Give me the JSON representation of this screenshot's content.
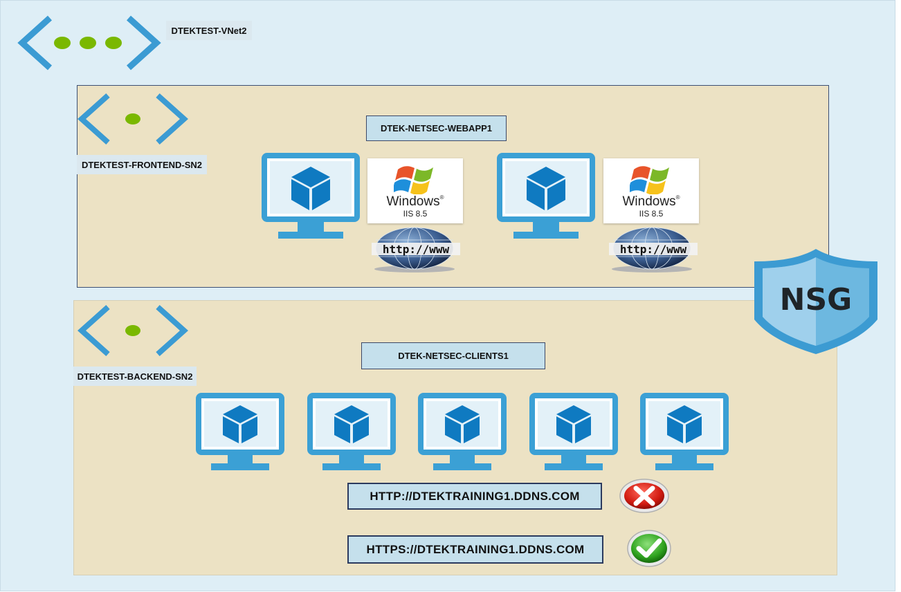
{
  "vnet": {
    "label": "DTEKTEST-VNet2"
  },
  "frontend": {
    "subnet_label": "DTEKTEST-FRONTEND-SN2",
    "group_label": "DTEK-NETSEC-WEBAPP1",
    "servers": [
      {
        "os_brand": "Windows",
        "os_mark": "®",
        "server": "IIS 8.5",
        "globe_text": "http://www"
      },
      {
        "os_brand": "Windows",
        "os_mark": "®",
        "server": "IIS 8.5",
        "globe_text": "http://www"
      }
    ]
  },
  "backend": {
    "subnet_label": "DTEKTEST-BACKEND-SN2",
    "group_label": "DTEK-NETSEC-CLIENTS1",
    "client_count": 5
  },
  "nsg": {
    "label": "NSG"
  },
  "access_rules": [
    {
      "url": "HTTP://DTEKTRAINING1.DDNS.COM",
      "status": "denied",
      "icon": "x-icon"
    },
    {
      "url": "HTTPS://DTEKTRAINING1.DDNS.COM",
      "status": "allowed",
      "icon": "check-icon"
    }
  ],
  "colors": {
    "vnet_blue": "#3b9bd3",
    "dot_green": "#7ab800",
    "vm_blue": "#0f7ac1",
    "subnet_fill": "#ece2c4",
    "shield_blue": "#3c9bd2"
  }
}
